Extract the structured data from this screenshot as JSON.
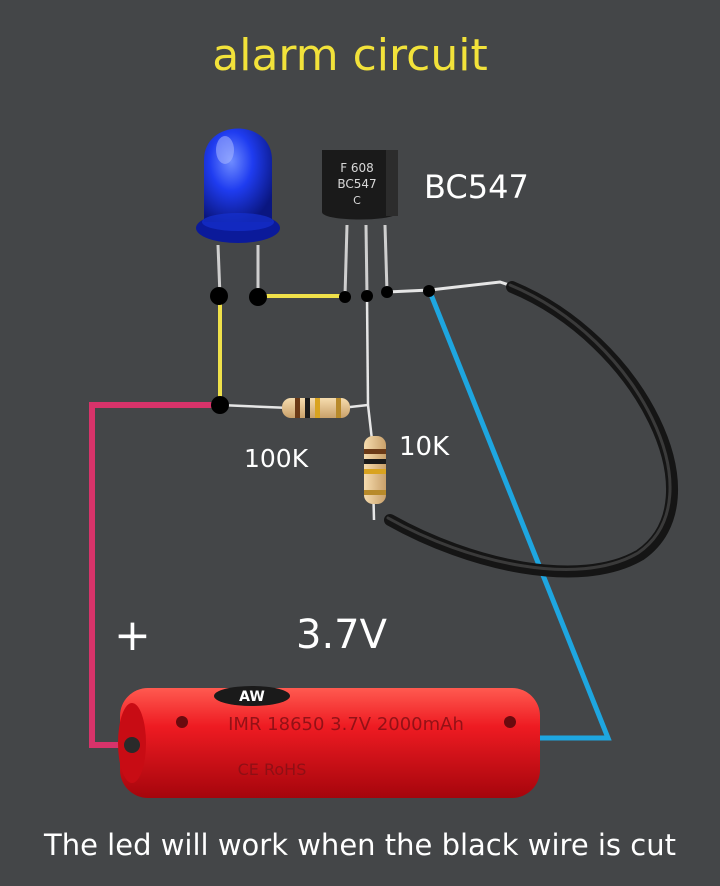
{
  "title": "alarm circuit",
  "labels": {
    "transistor": "BC547",
    "r1": "100K",
    "r2": "10K",
    "plus": "+",
    "voltage": "3.7V"
  },
  "transistor_markings": [
    "F 608",
    "BC547",
    "C"
  ],
  "battery": {
    "brand": "AW",
    "line1": "IMR 18650 3.7V 2000mAh",
    "line2": "CE RoHS"
  },
  "caption": "The led will work when the black wire is cut",
  "colors": {
    "background": "#444648",
    "title": "#f2e23a",
    "yellow_wire": "#f0e14a",
    "pink_wire": "#d8336a",
    "blue_wire": "#1ea6e0",
    "black_wire": "#151515",
    "battery": "#e8131c",
    "led": "#1a3cff"
  }
}
